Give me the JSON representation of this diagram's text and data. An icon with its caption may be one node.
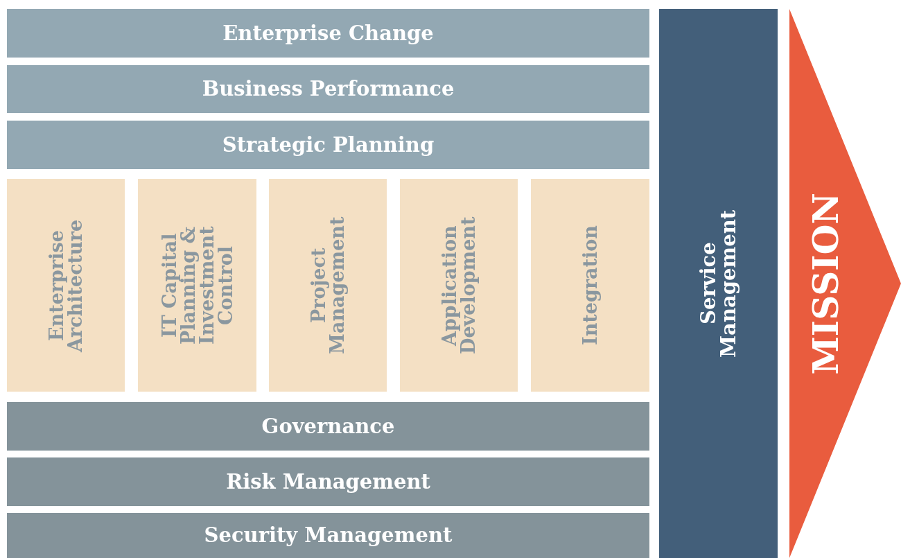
{
  "diagram": {
    "nodes": [
      {
        "text": [
          "Enterprise Change"
        ]
      },
      {
        "text": [
          "Business Performance"
        ]
      },
      {
        "text": [
          "Strategic Planning"
        ]
      },
      {
        "text": [
          "Enterprise Architecture"
        ]
      },
      {
        "text": [
          "IT Capital Planning & Investment Control"
        ]
      },
      {
        "text": [
          "Project Management"
        ]
      },
      {
        "text": [
          "Application Development"
        ]
      },
      {
        "text": [
          "Integration"
        ]
      },
      {
        "text": [
          "Governance"
        ]
      },
      {
        "text": [
          "Risk Management"
        ]
      },
      {
        "text": [
          "Security Management"
        ]
      },
      {
        "text": [
          "Service Management"
        ]
      },
      {
        "text": [
          "MISSION"
        ]
      }
    ]
  }
}
